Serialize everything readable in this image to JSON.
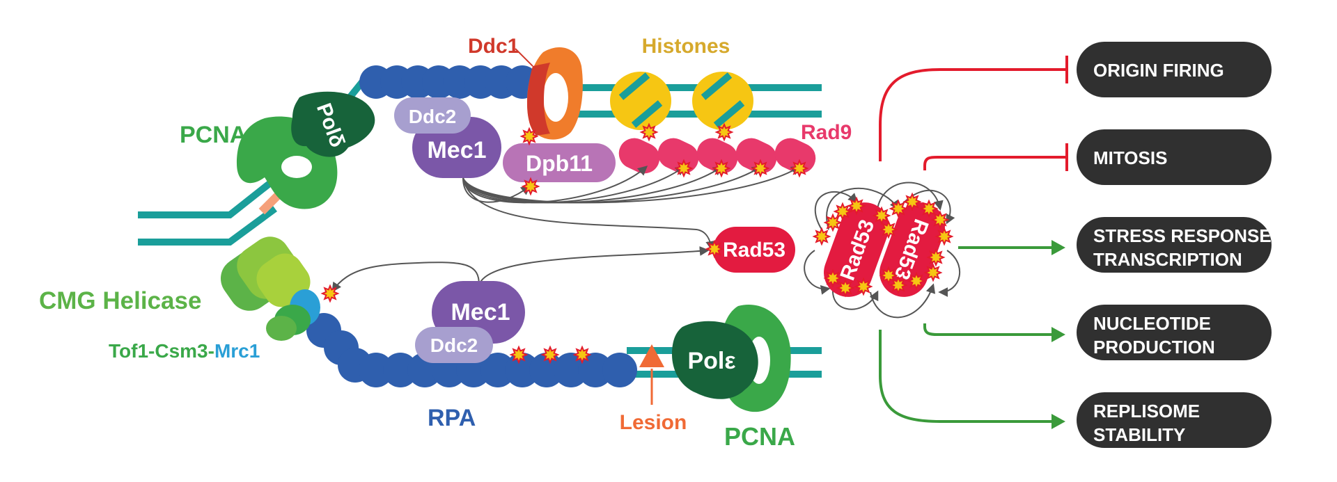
{
  "labels": {
    "ddc1": "Ddc1",
    "histones": "Histones",
    "pcna_top": "PCNA",
    "pol_delta": "Polδ",
    "ddc2_top": "Ddc2",
    "mec1_top": "Mec1",
    "dpb11": "Dpb11",
    "rad9": "Rad9",
    "rad53": "Rad53",
    "rad53_dimer_a": "Rad53",
    "rad53_dimer_b": "Rad53",
    "cmg_helicase": "CMG Helicase",
    "tof1_csm3": "Tof1-Csm3-",
    "mrc1": "Mrc1",
    "mec1_bottom": "Mec1",
    "ddc2_bottom": "Ddc2",
    "rpa": "RPA",
    "pol_epsilon": "Polε",
    "lesion": "Lesion",
    "pcna_bottom": "PCNA"
  },
  "outputs": [
    {
      "lines": [
        "ORIGIN FIRING"
      ],
      "effect": "inhibit"
    },
    {
      "lines": [
        "MITOSIS"
      ],
      "effect": "inhibit"
    },
    {
      "lines": [
        "STRESS RESPONSE",
        "TRANSCRIPTION"
      ],
      "effect": "activate"
    },
    {
      "lines": [
        "NUCLEOTIDE",
        "PRODUCTION"
      ],
      "effect": "activate"
    },
    {
      "lines": [
        "REPLISOME",
        "STABILITY"
      ],
      "effect": "activate"
    }
  ],
  "colors": {
    "dna": "#1a9e9a",
    "rpa": "#2f5fae",
    "pcna": "#3aa849",
    "pol_dark": "#17633a",
    "mec1": "#7b57a8",
    "ddc2": "#a79fcf",
    "dpb11": "#b874b6",
    "rad9": "#e8396b",
    "rad53": "#e31b40",
    "ddc1": "#d0392b",
    "ddc1_orange": "#f07c2b",
    "histone": "#f6c613",
    "histone_label": "#d6a92c",
    "cmg": "#8cc63f",
    "mrc1": "#2a9fd6",
    "lesion": "#f06a35",
    "inhibit": "#e31b2c",
    "activate": "#3a9a3a",
    "box": "#303030"
  }
}
